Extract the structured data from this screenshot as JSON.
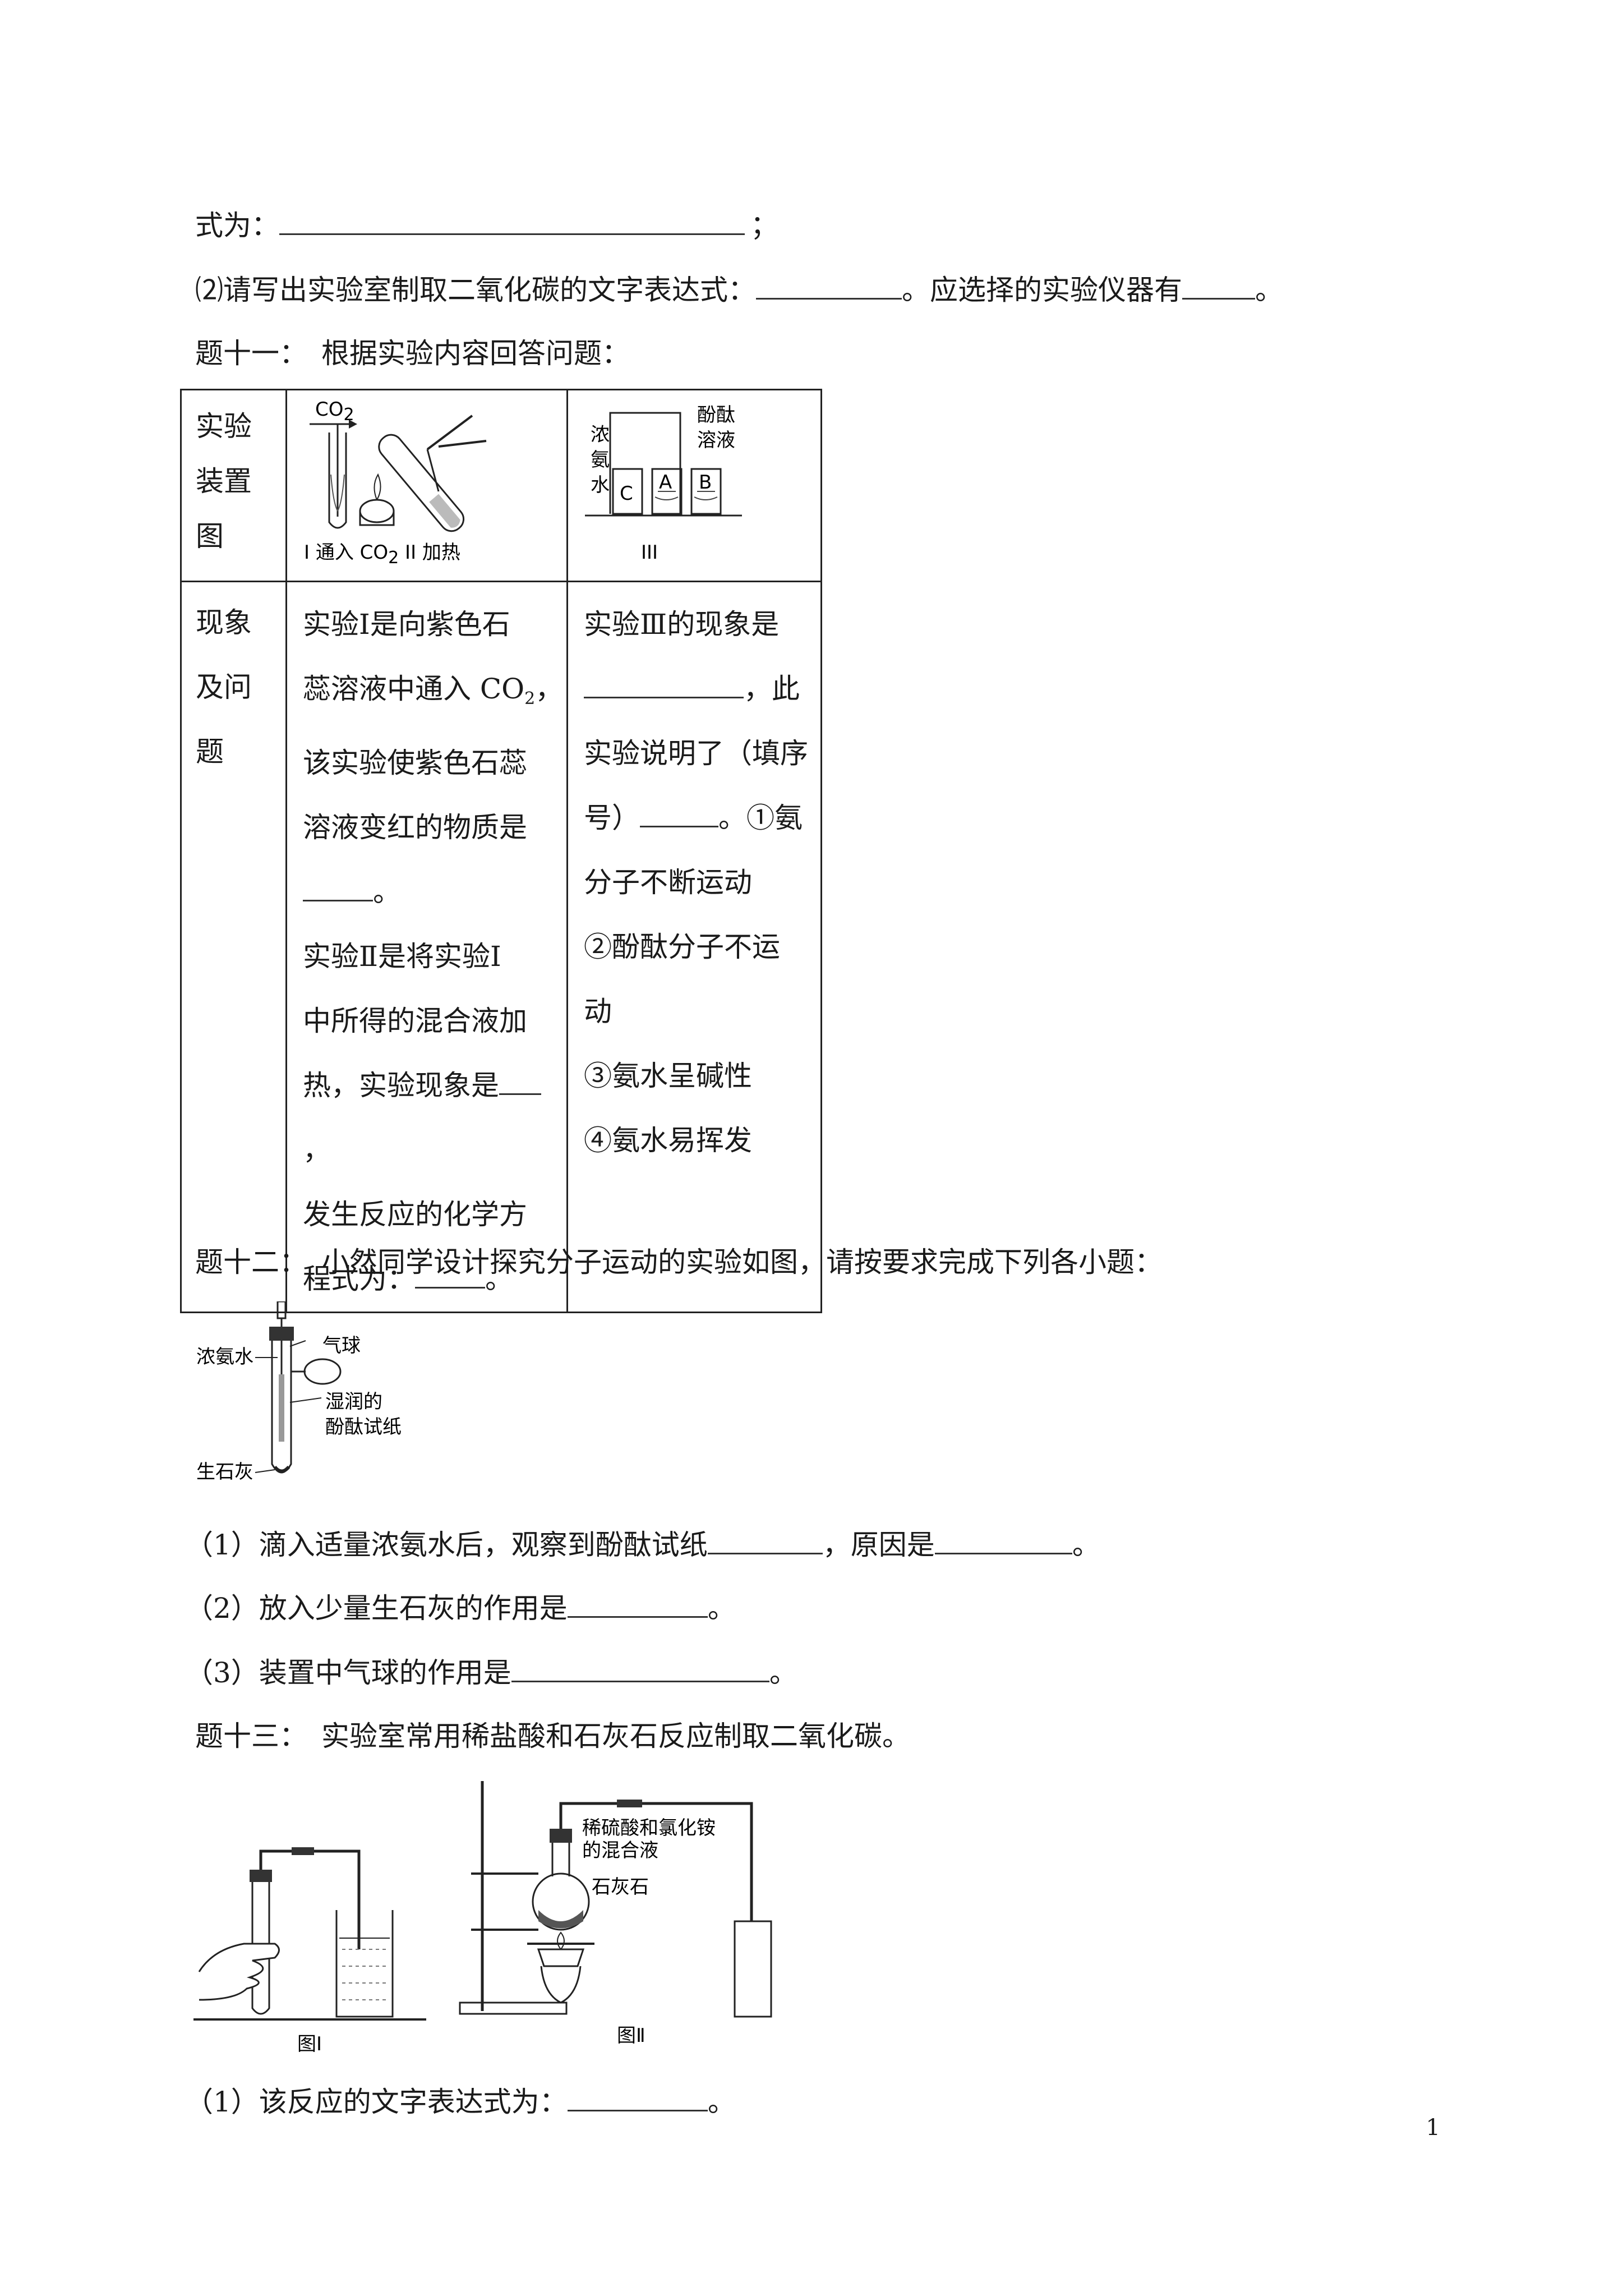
{
  "lines": {
    "l1_pre": "式为：",
    "l1_post": "；",
    "l2_pre": "⑵请写出实验室制取二氧化碳的文字表达式：",
    "l2_mid": "。应选择的实验仪器有",
    "l2_post": "。",
    "q11": "题十一：　根据实验内容回答问题：",
    "q12": "题十二：　小然同学设计探究分子运动的实验如图，请按要求完成下列各小题：",
    "q12_1_pre": "（1）滴入适量浓氨水后，观察到酚酞试纸",
    "q12_1_mid": "，原因是",
    "q12_1_post": "。",
    "q12_2_pre": "（2）放入少量生石灰的作用是",
    "q12_2_post": "。",
    "q12_3_pre": "（3）装置中气球的作用是",
    "q12_3_post": "。",
    "q13": "题十三：　实验室常用稀盐酸和石灰石反应制取二氧化碳。",
    "q13_1_pre": "（1）该反应的文字表达式为：",
    "q13_1_post": "。"
  },
  "table": {
    "row1_label": [
      "实验",
      "装置",
      "图"
    ],
    "row2_label": [
      "现象",
      "及问",
      "题"
    ],
    "fig1_co2": "CO",
    "fig1_co2_sub": "2",
    "fig1_caption": "I 通入 CO",
    "fig1_caption_sub": "2",
    "fig1_caption2": " II 加热",
    "fig3_ammonia": [
      "浓",
      "氨",
      "水"
    ],
    "fig3_phenol": [
      "酚酞",
      "溶液"
    ],
    "fig3_c": "C",
    "fig3_a": "A",
    "fig3_b": "B",
    "fig3_caption": "III",
    "col2_lines": [
      "实验Ⅰ是向紫色石",
      "蕊溶液中通入 CO",
      "该实验使紫色石蕊",
      "溶液变红的物质是",
      "。",
      "实验Ⅱ是将实验Ⅰ",
      "中所得的混合液加",
      "热，实验现象是",
      "，",
      "发生反应的化学方",
      "程式为：",
      "。"
    ],
    "col2_co2_sub": "2",
    "col2_co2_post": "，",
    "col3_lines": [
      "实验Ⅲ的现象是",
      "，此",
      "实验说明了（填序",
      "号）",
      "。①氨",
      "分子不断运动",
      "②酚酞分子不运",
      "动",
      "③氨水呈碱性",
      "④氨水易挥发"
    ]
  },
  "fig12": {
    "ammonia": "浓氨水",
    "balloon": "气球",
    "paper1": "湿润的",
    "paper2": "酚酞试纸",
    "lime": "生石灰"
  },
  "fig13": {
    "label1": "稀硫酸和氯化铵",
    "label2": "的混合液",
    "label3": "石灰石",
    "cap1": "图Ⅰ",
    "cap2": "图Ⅱ"
  },
  "page_number": "1"
}
